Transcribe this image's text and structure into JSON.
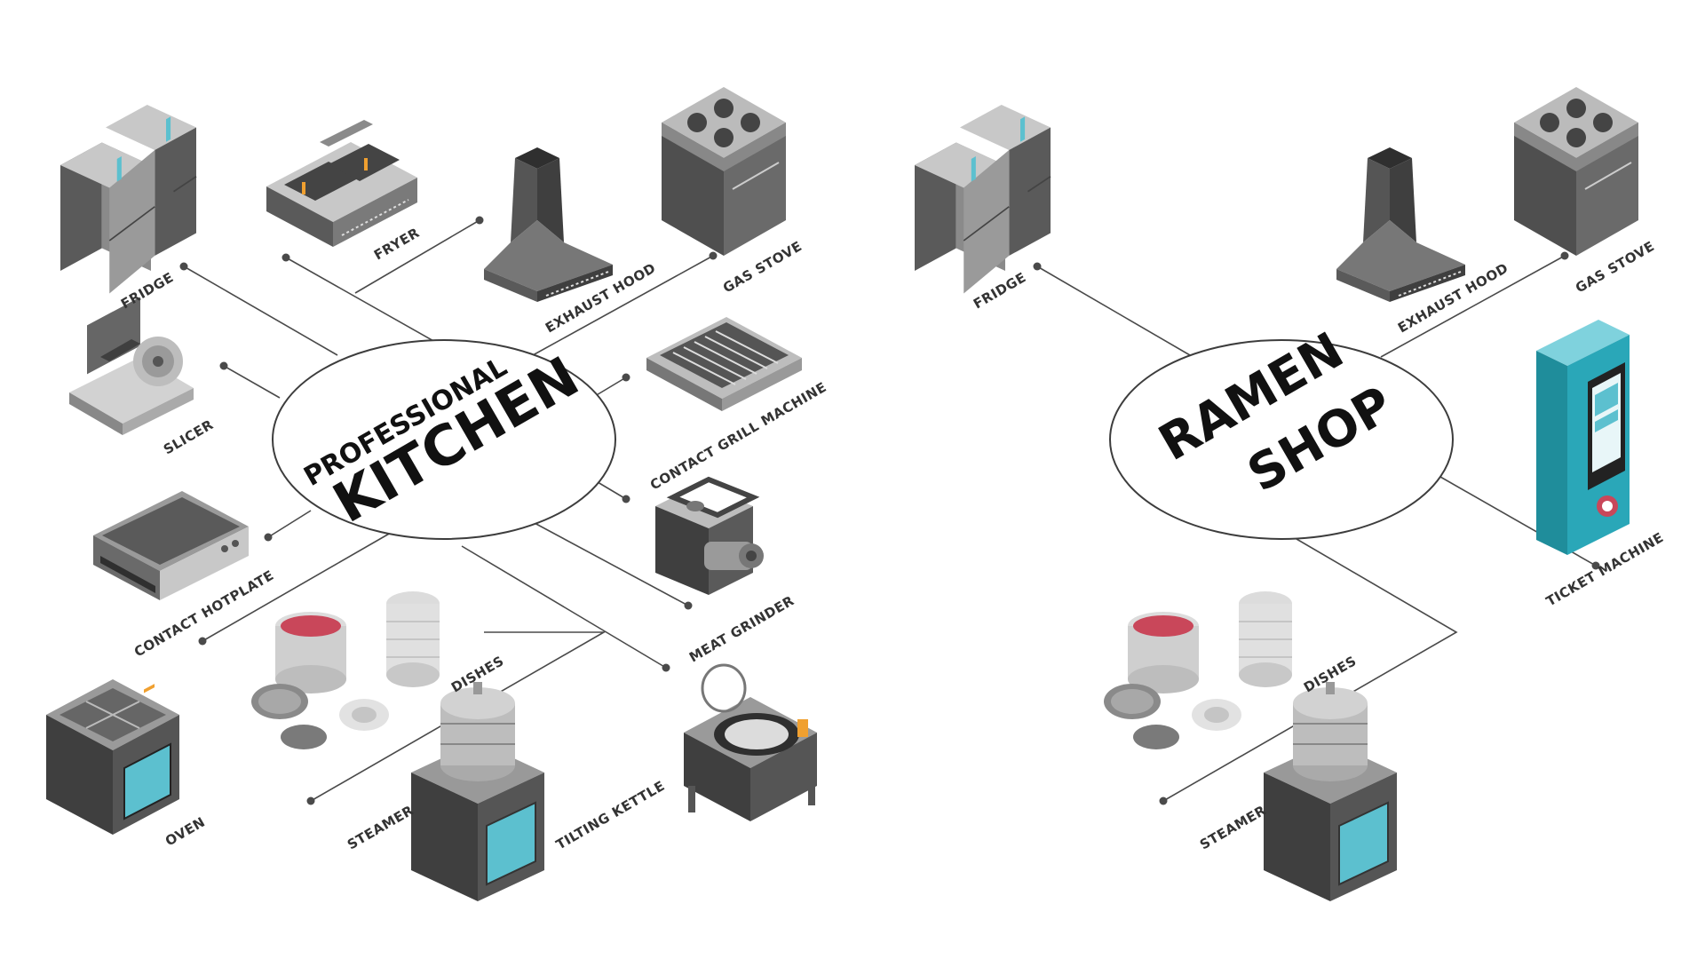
{
  "colors": {
    "line": "#4a4a4a",
    "equipment_dark": "#4d4d4d",
    "equipment_light": "#b5b5b5",
    "screen_teal": "#5cc0cf",
    "ticket_machine": "#2aa7b8",
    "pot_soup": "#c9475a",
    "accent_orange": "#f0a030"
  },
  "kitchen": {
    "hub_line1": "PROFESSIONAL",
    "hub_line2": "KITCHEN",
    "labels": {
      "fridge": "FRIDGE",
      "fryer": "FRYER",
      "exhaust_hood": "EXHAUST HOOD",
      "gas_stove": "GAS STOVE",
      "slicer": "SLICER",
      "contact_grill_machine": "CONTACT GRILL MACHINE",
      "contact_hotplate": "CONTACT HOTPLATE",
      "meat_grinder": "MEAT GRINDER",
      "dishes": "DISHES",
      "oven": "OVEN",
      "steamer": "STEAMER",
      "tilting_kettle": "TILTING KETTLE"
    },
    "icons": [
      "fridge-icon",
      "fryer-icon",
      "exhaust-hood-icon",
      "gas-stove-icon",
      "slicer-icon",
      "contact-grill-icon",
      "hotplate-icon",
      "meat-grinder-icon",
      "dishes-icon",
      "oven-icon",
      "steamer-icon",
      "tilting-kettle-icon"
    ]
  },
  "ramen": {
    "hub_line1": "RAMEN",
    "hub_line2": "SHOP",
    "labels": {
      "fridge": "FRIDGE",
      "exhaust_hood": "EXHAUST HOOD",
      "gas_stove": "GAS STOVE",
      "ticket_machine": "TICKET MACHINE",
      "dishes": "DISHES",
      "steamer": "STEAMER"
    },
    "icons": [
      "fridge-icon",
      "exhaust-hood-icon",
      "gas-stove-icon",
      "ticket-machine-icon",
      "dishes-icon",
      "steamer-icon"
    ]
  }
}
